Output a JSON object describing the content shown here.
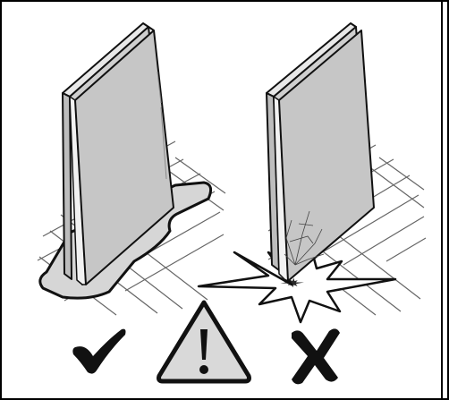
{
  "figure": {
    "panels": [
      {
        "name": "correct-placement",
        "result_icon": "check-mark-icon",
        "verdict": "correct"
      },
      {
        "name": "incorrect-placement",
        "result_icon": "cross-mark-icon",
        "verdict": "incorrect"
      }
    ],
    "warning_icon": "warning-triangle-icon",
    "colors": {
      "line": "#1a1a1a",
      "panel_face": "#c9c9c9",
      "panel_face_light": "#e2e2e2",
      "mat": "#d6d6d6",
      "grid": "#666666",
      "background": "#ffffff",
      "frame": "#000000"
    }
  }
}
